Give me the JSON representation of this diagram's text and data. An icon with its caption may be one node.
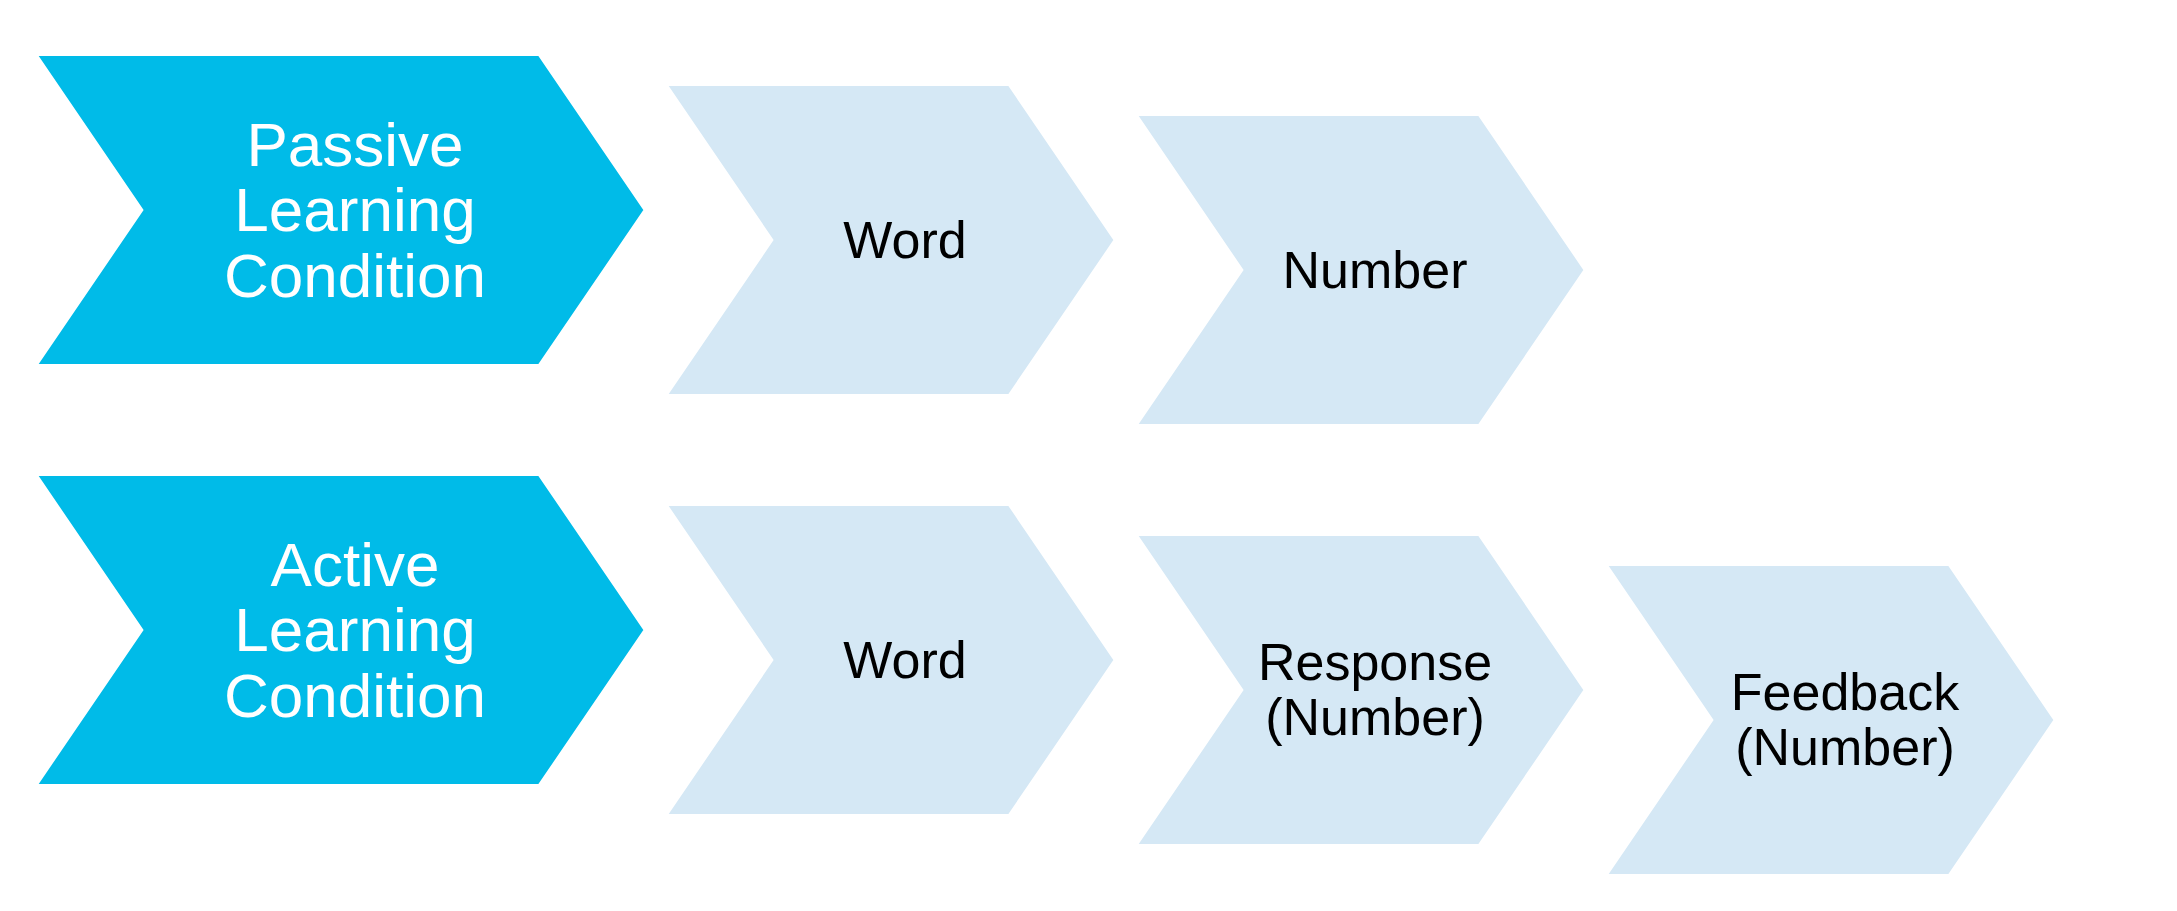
{
  "diagram": {
    "nodes": [
      {
        "text": [
          "Passive Learning Condition"
        ]
      },
      {
        "text": [
          "Word"
        ]
      },
      {
        "text": [
          "Number"
        ]
      },
      {
        "text": [
          "Active Learning Condition"
        ]
      },
      {
        "text": [
          "Word"
        ]
      },
      {
        "text": [
          "Response (Number)"
        ]
      },
      {
        "text": [
          "Feedback (Number)"
        ]
      }
    ]
  }
}
